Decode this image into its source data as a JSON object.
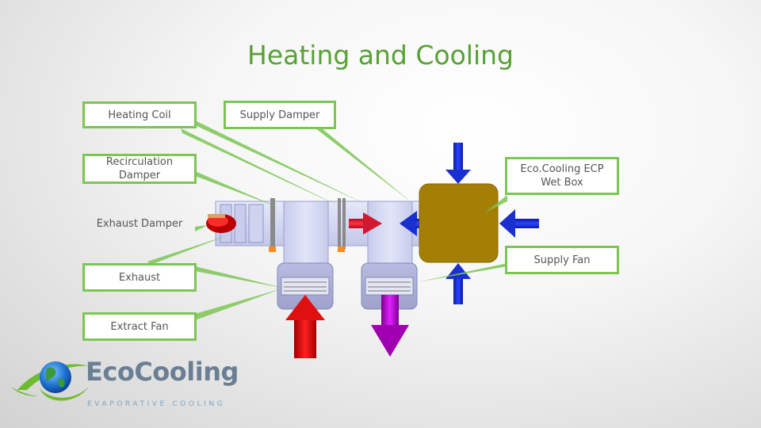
{
  "title": "Heating and Cooling",
  "labels": {
    "heating_coil": "Heating Coil",
    "supply_damper": "Supply Damper",
    "recirculation_damper": "Recirculation Damper",
    "eco_wet_box": "Eco.Cooling ECP Wet Box",
    "exhaust_damper": "Exhaust Damper",
    "supply_fan": "Supply Fan",
    "exhaust": "Exhaust",
    "extract_fan": "Extract Fan"
  },
  "logo": {
    "name_part1": "Eco",
    "name_part2": "Cooling",
    "tagline": "EVAPORATIVE COOLING"
  },
  "colors": {
    "label_border": "#7cc654",
    "title": "#57a136",
    "wet_box": "#a47f06",
    "supply_arrow": "#1a2fd0",
    "exhaust_arrow": "#d01818",
    "outlet_arrow": "#b000c0"
  }
}
